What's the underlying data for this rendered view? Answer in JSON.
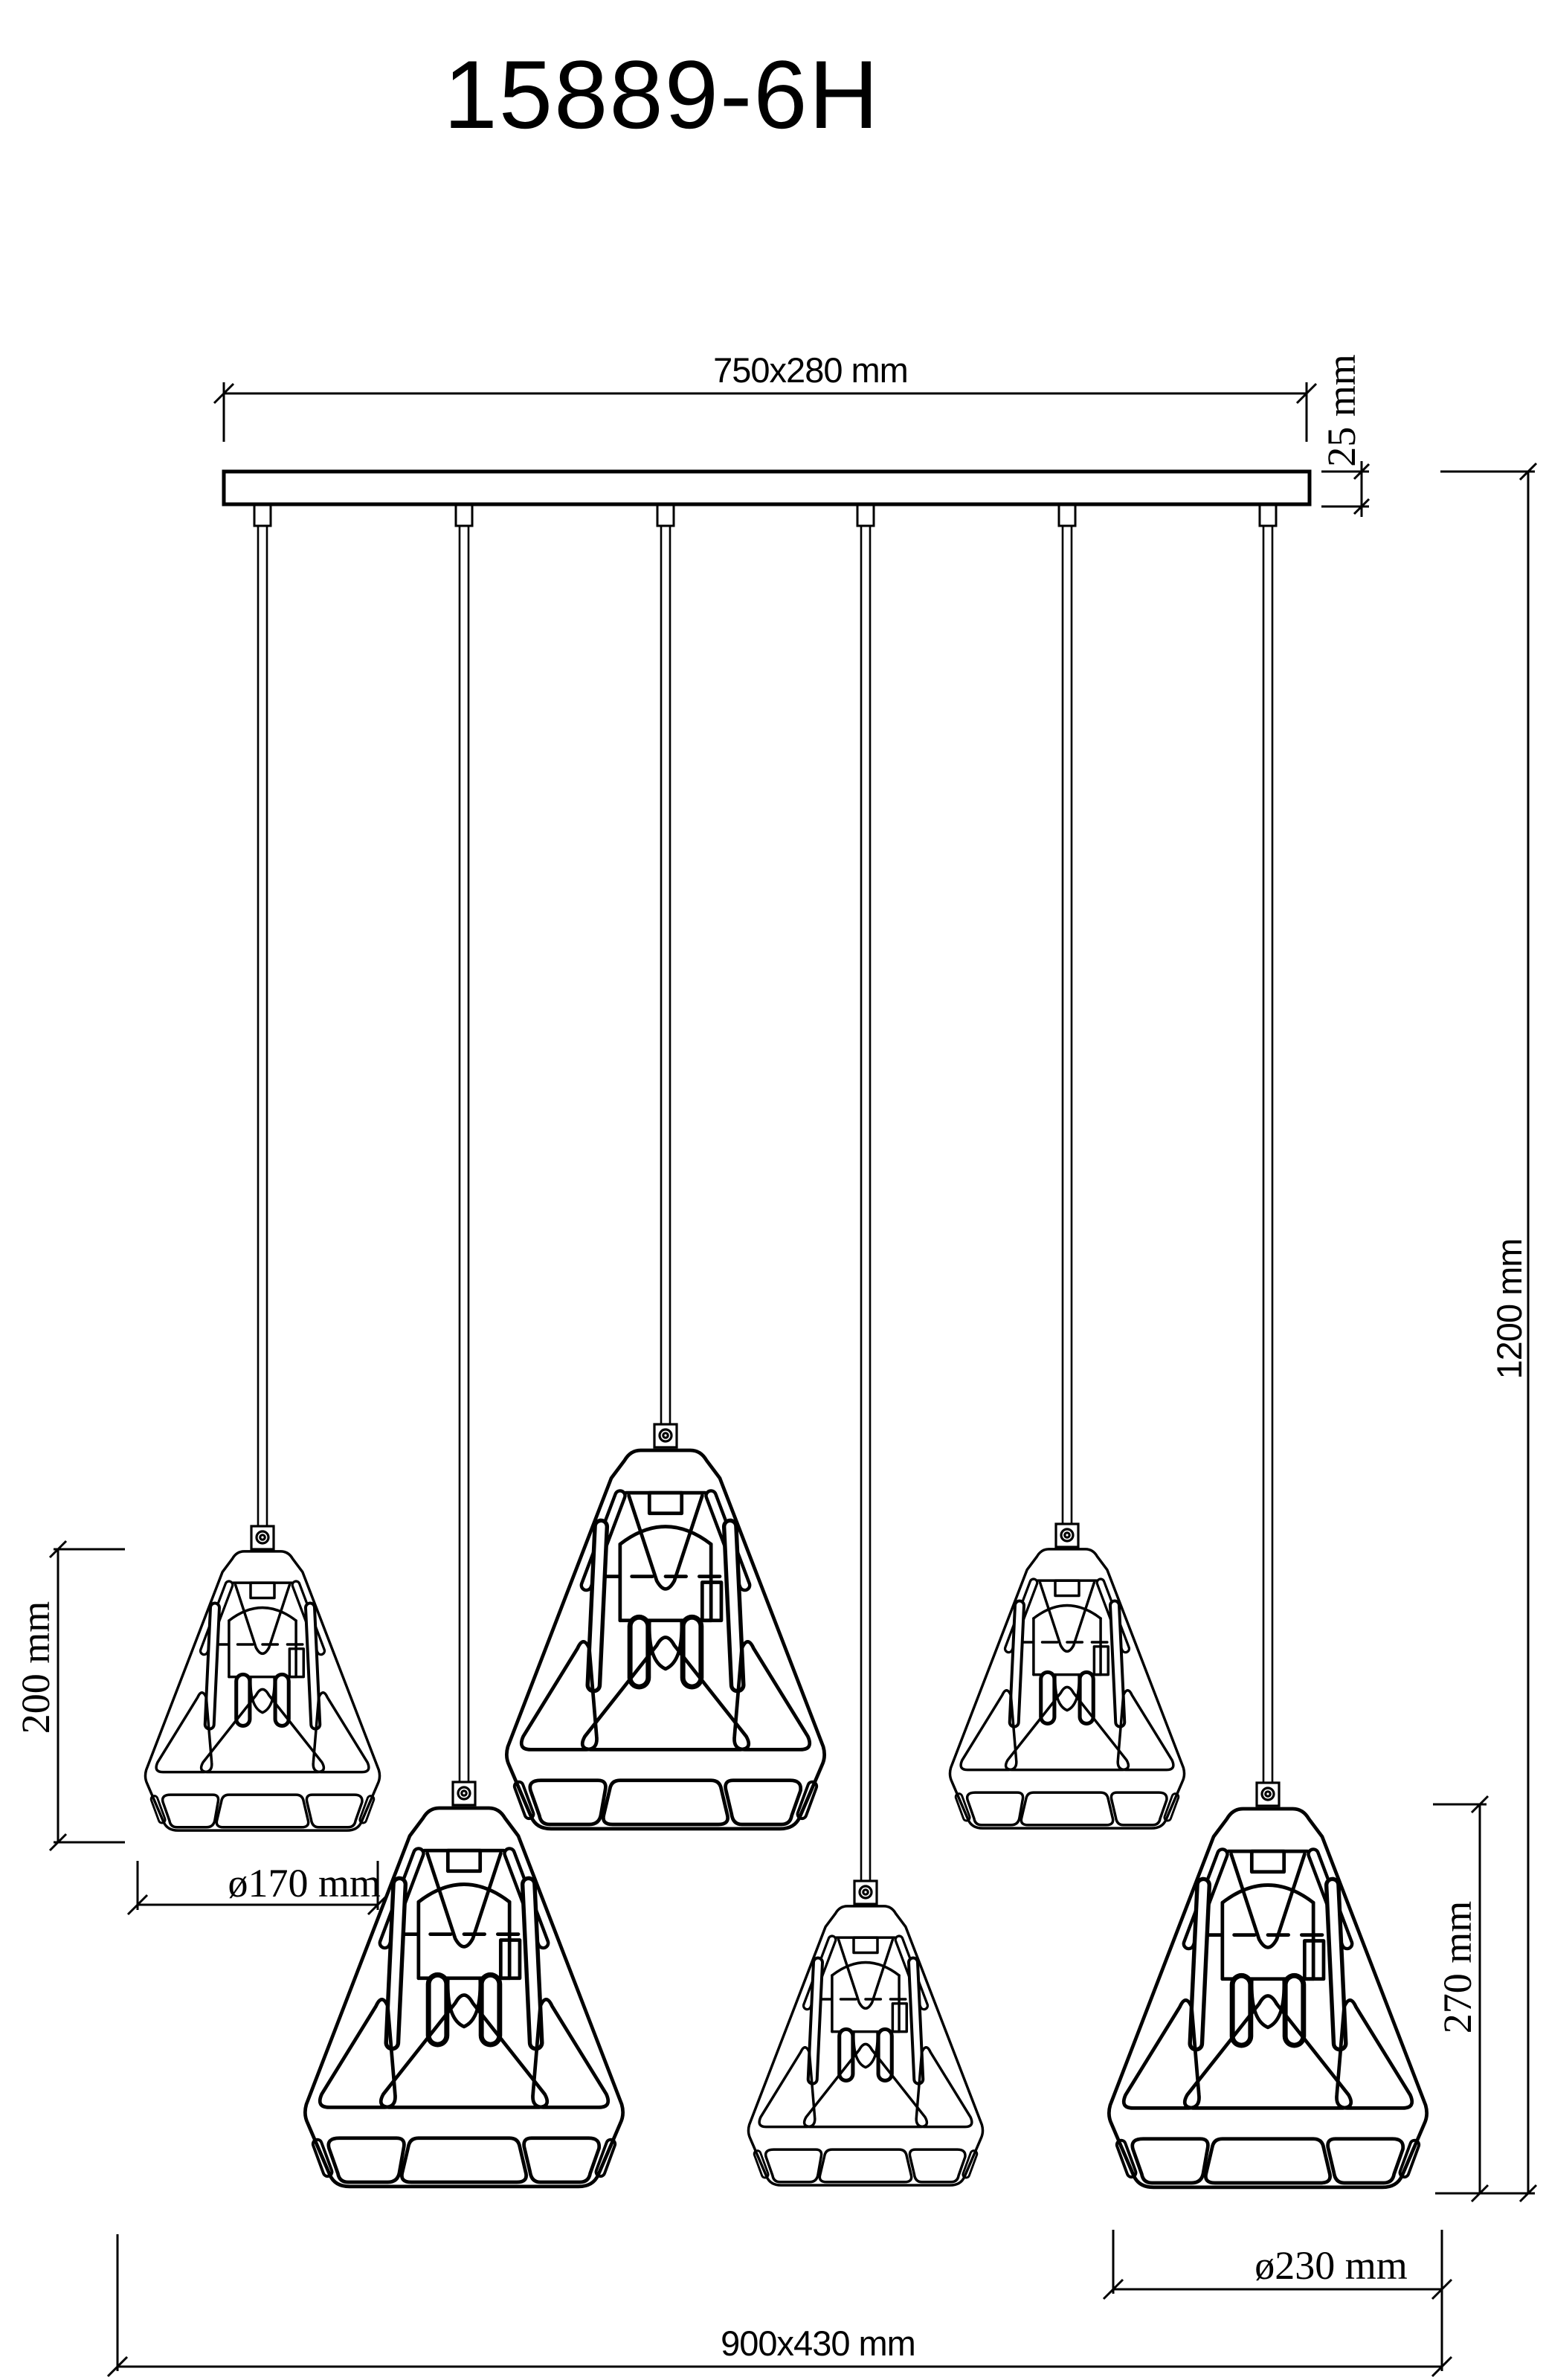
{
  "title": "15889-6H",
  "drawing": {
    "type": "technical-dimension-diagram",
    "product": "6-light linear pendant with cage shades",
    "pendant_count": 6,
    "shade_arrangement": [
      "small-high",
      "large-low",
      "large-high",
      "small-low",
      "small-high",
      "large-low"
    ],
    "colors": {
      "line": "#000000",
      "background": "#ffffff"
    }
  },
  "dimensions": {
    "canopy_plate": {
      "label": "750x280 mm"
    },
    "canopy_thickness": {
      "label": "25 mm"
    },
    "suspension_length": {
      "label": "1200 mm"
    },
    "small_shade_height": {
      "label": "200 mm"
    },
    "small_shade_diameter": {
      "label": "ø170 mm"
    },
    "large_shade_height": {
      "label": "270 mm"
    },
    "large_shade_diameter": {
      "label": "ø230 mm"
    },
    "overall_footprint": {
      "label": "900x430 mm"
    }
  }
}
